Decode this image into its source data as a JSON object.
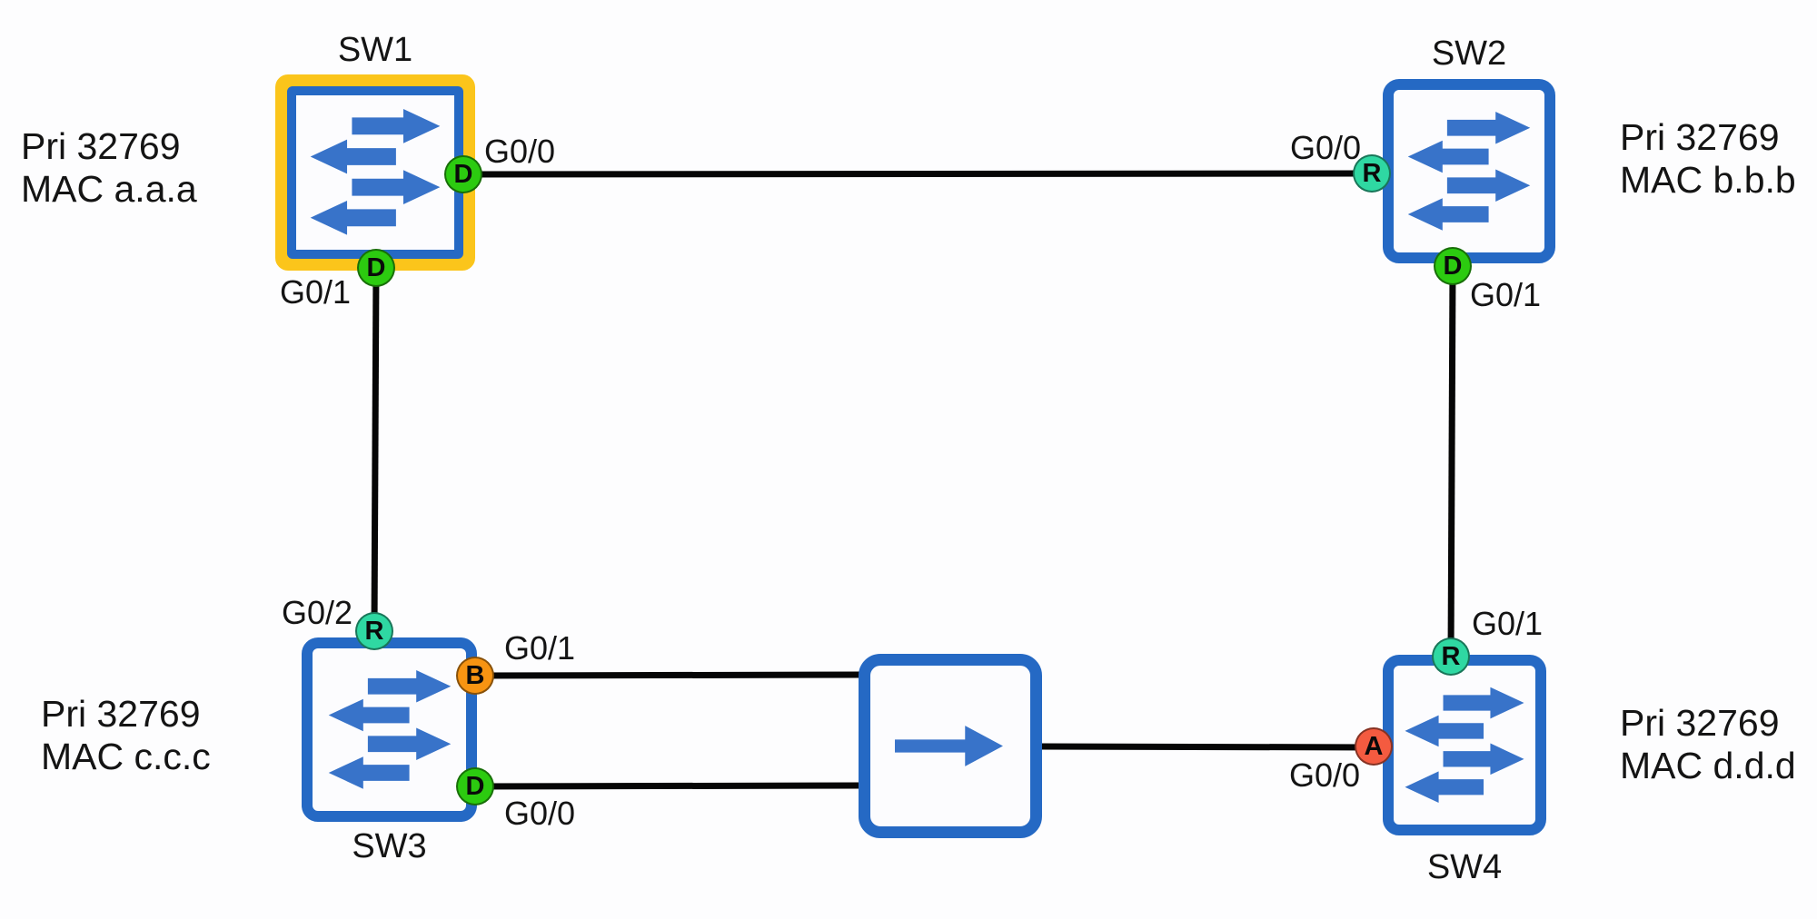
{
  "diagram_type": "spanning-tree network topology",
  "colors": {
    "background": "#FDFDFE",
    "switch_border_blue": "#2569C4",
    "switch_arrow_blue": "#3873C9",
    "root_bridge_highlight_yellow": "#FBC51B",
    "designated_port_green": "#2CCB10",
    "root_port_teal": "#2FD8A2",
    "blocked_port_orange": "#F79412",
    "alternate_port_red": "#F45B40",
    "link_line_black": "#060606"
  },
  "switches": [
    {
      "name": "SW1",
      "info_line1": "Pri 32769",
      "info_line2": "MAC a.a.a",
      "root_bridge": true,
      "ports": [
        {
          "label": "G0/0",
          "state": "D"
        },
        {
          "label": "G0/1",
          "state": "D"
        }
      ]
    },
    {
      "name": "SW2",
      "info_line1": "Pri 32769",
      "info_line2": "MAC b.b.b",
      "root_bridge": false,
      "ports": [
        {
          "label": "G0/0",
          "state": "R"
        },
        {
          "label": "G0/1",
          "state": "D"
        }
      ]
    },
    {
      "name": "SW3",
      "info_line1": "Pri 32769",
      "info_line2": "MAC c.c.c",
      "root_bridge": false,
      "ports": [
        {
          "label": "G0/2",
          "state": "R"
        },
        {
          "label": "G0/1",
          "state": "B"
        },
        {
          "label": "G0/0",
          "state": "D"
        }
      ]
    },
    {
      "name": "SW4",
      "info_line1": "Pri 32769",
      "info_line2": "MAC d.d.d",
      "root_bridge": false,
      "ports": [
        {
          "label": "G0/1",
          "state": "R"
        },
        {
          "label": "G0/0",
          "state": "A"
        }
      ]
    }
  ],
  "hub": {
    "icon": "right-arrow-hub",
    "text": ""
  },
  "links": [
    {
      "from": "SW1 G0/0",
      "to": "SW2 G0/0"
    },
    {
      "from": "SW1 G0/1",
      "to": "SW3 G0/2"
    },
    {
      "from": "SW2 G0/1",
      "to": "SW4 G0/1"
    },
    {
      "from": "SW3 G0/1",
      "to": "hub"
    },
    {
      "from": "SW3 G0/0",
      "to": "hub"
    },
    {
      "from": "hub",
      "to": "SW4 G0/0"
    }
  ]
}
